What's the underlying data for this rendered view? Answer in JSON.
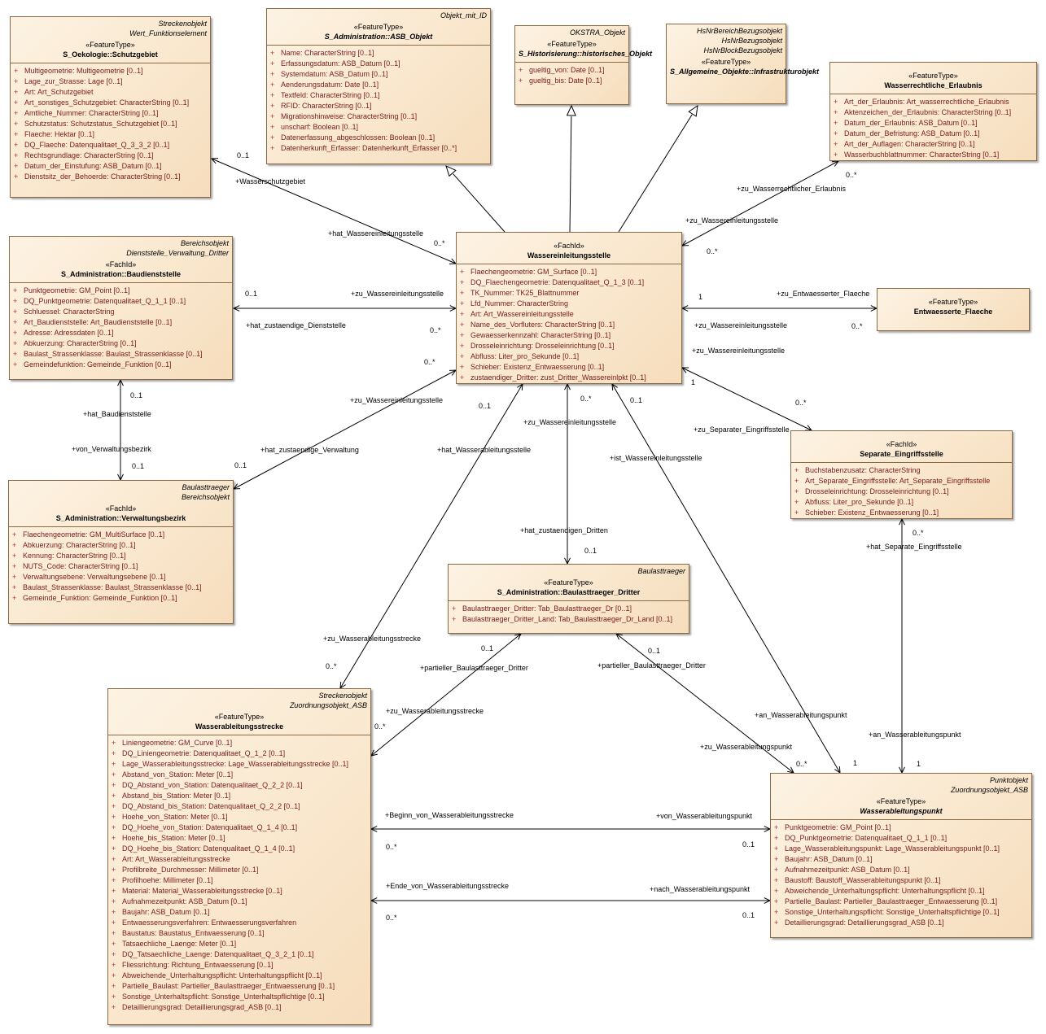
{
  "classes": [
    {
      "id": "schutzgebiet",
      "tags": [
        "Streckenobjekt",
        "Wert_Funktionselement"
      ],
      "stereotype": "«FeatureType»",
      "name": "S_Oekologie::Schutzgebiet",
      "abstract": false,
      "attrs": [
        "Multigeometrie: Multigeometrie [0..1]",
        "Lage_zur_Strasse: Lage [0..1]",
        "Art: Art_Schutzgebiet",
        "Art_sonstiges_Schutzgebiet: CharacterString [0..1]",
        "Amtliche_Nummer: CharacterString [0..1]",
        "Schutzstatus: Schutzstatus_Schutzgebiet [0..1]",
        "Flaeche: Hektar [0..1]",
        "DQ_Flaeche: Datenqualitaet_Q_3_3_2 [0..1]",
        "Rechtsgrundlage: CharacterString [0..1]",
        "Datum_der_Einstufung: ASB_Datum [0..1]",
        "Dienstsitz_der_Behoerde: CharacterString [0..1]"
      ]
    },
    {
      "id": "asbobjekt",
      "tags": [
        "Objekt_mit_ID"
      ],
      "stereotype": "«FeatureType»",
      "name": "S_Administration::ASB_Objekt",
      "abstract": true,
      "attrs": [
        "Name: CharacterString [0..1]",
        "Erfassungsdatum: ASB_Datum [0..1]",
        "Systemdatum: ASB_Datum [0..1]",
        "Aenderungsdatum: Date [0..1]",
        "Textfeld: CharacterString [0..1]",
        "RFID: CharacterString [0..1]",
        "Migrationshinweise: CharacterString [0..1]",
        "unscharf: Boolean [0..1]",
        "Datenerfassung_abgeschlossen: Boolean [0..1]",
        "Datenherkunft_Erfasser: Datenherkunft_Erfasser [0..*]"
      ]
    },
    {
      "id": "historisches",
      "tags": [
        "OKSTRA_Objekt"
      ],
      "stereotype": "«FeatureType»",
      "name": "S_Historisierung::historisches_Objekt",
      "abstract": true,
      "attrs": [
        "gueltig_von: Date [0..1]",
        "gueltig_bis: Date [0..1]"
      ]
    },
    {
      "id": "infrastruktur",
      "tags": [
        "HsNrBereichBezugsobjekt",
        "HsNrBezugsobjekt",
        "HsNrBlockBezugsobjekt"
      ],
      "stereotype": "«FeatureType»",
      "name": "S_Allgemeine_Objekte::Infrastrukturobjekt",
      "abstract": true,
      "attrs": []
    },
    {
      "id": "erlaubnis",
      "tags": [],
      "stereotype": "«FeatureType»",
      "name": "Wasserrechtliche_Erlaubnis",
      "abstract": false,
      "attrs": [
        "Art_der_Erlaubnis: Art_wasserrechtliche_Erlaubnis",
        "Aktenzeichen_der_Erlaubnis: CharacterString [0..1]",
        "Datum_der_Erlaubnis: ASB_Datum [0..1]",
        "Datum_der_Befristung: ASB_Datum [0..1]",
        "Art_der_Auflagen: CharacterString [0..1]",
        "Wasserbuchblattnummer: CharacterString [0..1]"
      ]
    },
    {
      "id": "baudienststelle",
      "tags": [
        "Bereichsobjekt",
        "Dienststelle_Verwaltung_Dritter"
      ],
      "stereotype": "«FachId»",
      "name": "S_Administration::Baudienststelle",
      "abstract": false,
      "attrs": [
        "Punktgeometrie: GM_Point [0..1]",
        "DQ_Punktgeometrie: Datenqualitaet_Q_1_1 [0..1]",
        "Schluessel: CharacterString",
        "Art_Baudienststelle: Art_Baudienststelle [0..1]",
        "Adresse: Adressdaten [0..1]",
        "Abkuerzung: CharacterString [0..1]",
        "Baulast_Strassenklasse: Baulast_Strassenklasse [0..1]",
        "Gemeindefunktion: Gemeinde_Funktion [0..1]"
      ]
    },
    {
      "id": "einleitungsstelle",
      "tags": [],
      "stereotype": "«FachId»",
      "name": "Wassereinleitungsstelle",
      "abstract": false,
      "attrs": [
        "Flaechengeometrie: GM_Surface [0..1]",
        "DQ_Flaechengeometrie: Datenqualitaet_Q_1_3 [0..1]",
        "TK_Nummer: TK25_Blattnummer",
        "Lfd_Nummer: CharacterString",
        "Art: Art_Wassereinleitungsstelle",
        "Name_des_Vorfluters: CharacterString [0..1]",
        "Gewaesserkennzahl: CharacterString [0..1]",
        "Drosseleinrichtung: Drosseleinrichtung [0..1]",
        "Abfluss: Liter_pro_Sekunde [0..1]",
        "Schieber: Existenz_Entwaesserung [0..1]",
        "zustaendiger_Dritter: zust_Dritter_Wassereinlpkt [0..1]"
      ]
    },
    {
      "id": "entwflaeche",
      "tags": [],
      "stereotype": "«FeatureType»",
      "name": "Entwaesserte_Flaeche",
      "abstract": false,
      "attrs": []
    },
    {
      "id": "verwaltungsbezirk",
      "tags": [
        "Baulasttraeger",
        "Bereichsobjekt"
      ],
      "stereotype": "«FachId»",
      "name": "S_Administration::Verwaltungsbezirk",
      "abstract": false,
      "attrs": [
        "Flaechengeometrie: GM_MultiSurface [0..1]",
        "Abkuerzung: CharacterString [0..1]",
        "Kennung: CharacterString [0..1]",
        "NUTS_Code: CharacterString [0..1]",
        "Verwaltungsebene: Verwaltungsebene [0..1]",
        "Baulast_Strassenklasse: Baulast_Strassenklasse [0..1]",
        "Gemeinde_Funktion: Gemeinde_Funktion [0..1]"
      ]
    },
    {
      "id": "eingriffsstelle",
      "tags": [],
      "stereotype": "«FachId»",
      "name": "Separate_Eingriffsstelle",
      "abstract": false,
      "attrs": [
        "Buchstabenzusatz: CharacterString",
        "Art_Separate_Eingriffsstelle: Art_Separate_Eingriffsstelle",
        "Drosseleinrichtung: Drosseleinrichtung [0..1]",
        "Abfluss: Liter_pro_Sekunde [0..1]",
        "Schieber: Existenz_Entwaesserung [0..1]"
      ]
    },
    {
      "id": "baulasttraeger",
      "tags": [
        "Baulasttraeger"
      ],
      "stereotype": "«FeatureType»",
      "name": "S_Administration::Baulasttraeger_Dritter",
      "abstract": false,
      "attrs": [
        "Baulasttraeger_Dritter: Tab_Baulasttraeger_Dr [0..1]",
        "Baulasttraeger_Dritter_Land: Tab_Baulasttraeger_Dr_Land [0..1]"
      ]
    },
    {
      "id": "strecke",
      "tags": [
        "Streckenobjekt",
        "Zuordnungsobjekt_ASB"
      ],
      "stereotype": "«FeatureType»",
      "name": "Wasserableitungsstrecke",
      "abstract": false,
      "attrs": [
        "Liniengeometrie: GM_Curve [0..1]",
        "DQ_Liniengeometrie: Datenqualitaet_Q_1_2 [0..1]",
        "Lage_Wasserableitungsstrecke: Lage_Wasserableitungsstrecke [0..1]",
        "Abstand_von_Station: Meter [0..1]",
        "DQ_Abstand_von_Station: Datenqualitaet_Q_2_2 [0..1]",
        "Abstand_bis_Station: Meter [0..1]",
        "DQ_Abstand_bis_Station: Datenqualitaet_Q_2_2 [0..1]",
        "Hoehe_von_Station: Meter [0..1]",
        "DQ_Hoehe_von_Station: Datenqualitaet_Q_1_4 [0..1]",
        "Hoehe_bis_Station: Meter [0..1]",
        "DQ_Hoehe_bis_Station: Datenqualitaet_Q_1_4 [0..1]",
        "Art: Art_Wasserableitungsstrecke",
        "Profilbreite_Durchmesser: Millimeter [0..1]",
        "Profilhoehe: Millimeter [0..1]",
        "Material: Material_Wasserableitungsstrecke [0..1]",
        "Aufnahmezeitpunkt: ASB_Datum [0..1]",
        "Baujahr: ASB_Datum [0..1]",
        "Entwaesserungsverfahren: Entwaesserungsverfahren",
        "Baustatus: Baustatus_Entwaesserung [0..1]",
        "Tatsaechliche_Laenge: Meter [0..1]",
        "DQ_Tatsaechliche_Laenge: Datenqualitaet_Q_3_2_1 [0..1]",
        "Fliessrichtung: Richtung_Entwaesserung [0..1]",
        "Abweichende_Unterhaltungspflicht: Unterhaltungspflicht [0..1]",
        "Partielle_Baulast: Partieller_Baulasttraeger_Entwaesserung [0..1]",
        "Sonstige_Unterhaltspflicht: Sonstige_Unterhaltspflichtige [0..1]",
        "Detaillierungsgrad: Detaillierungsgrad_ASB [0..1]"
      ]
    },
    {
      "id": "punkt",
      "tags": [
        "Punktobjekt",
        "Zuordnungsobjekt_ASB"
      ],
      "stereotype": "«FeatureType»",
      "name": "Wasserableitungspunkt",
      "abstract": true,
      "attrs": [
        "Punktgeometrie: GM_Point [0..1]",
        "DQ_Punktgeometrie: Datenqualitaet_Q_1_1 [0..1]",
        "Lage_Wasserableitungspunkt: Lage_Wasserableitungspunkt [0..1]",
        "Baujahr: ASB_Datum [0..1]",
        "Aufnahmezeitpunkt: ASB_Datum [0..1]",
        "Baustoff: Baustoff_Wasserableitungspunkt [0..1]",
        "Abweichende_Unterhaltungspflicht: Unterhaltungspflicht [0..1]",
        "Partielle_Baulast: Partieller_Baulasttraeger_Entwaesserung [0..1]",
        "Sonstige_Unterhaltungspflicht: Sonstige_Unterhaltspflichtige [0..1]",
        "Detaillierungsgrad: Detaillierungsgrad_ASB [0..1]"
      ]
    }
  ],
  "labels": [
    "0..1",
    "+Wasserschutzgebiet",
    "+hat_Wassereinleitungsstelle",
    "0..*",
    "+zu_Wasserrechtlicher_Erlaubnis",
    "0..*",
    "+zu_Wassereinleitungsstelle",
    "0..*",
    "0..1",
    "+zu_Wassereinleitungsstelle",
    "+hat_zustaendige_Dienststelle",
    "0..*",
    "1",
    "+zu_Entwaesserter_Flaeche",
    "+zu_Wassereinleitungsstelle",
    "0..*",
    "+zu_Wassereinleitungsstelle",
    "1",
    "0..*",
    "+zu_Separater_Eingriffsstelle",
    "0..*",
    "+zu_Wassereinleitungsstelle",
    "+hat_zustaendige_Verwaltung",
    "0..1",
    "0..1",
    "+hat_Baudienststelle",
    "+von_Verwaltungsbezirk",
    "0..1",
    "0..1",
    "+hat_Wasserableitungsstelle",
    "0..*",
    "+zu_Wassereinleitungsstelle",
    "+hat_zustaendigen_Dritten",
    "0..1",
    "0..1",
    "+ist_Wassereinleitungsstelle",
    "0..*",
    "+hat_Separate_Eingriffsstelle",
    "+zu_Wasserableitungsstrecke",
    "0..*",
    "0..1",
    "+partieller_Baulasttraeger_Dritter",
    "+zu_Wasserableitungsstrecke",
    "0..*",
    "0..1",
    "+partieller_Baulasttraeger_Dritter",
    "+zu_Wasserableitungspunkt",
    "0..*",
    "+an_Wasserableitungspunkt",
    "1",
    "+an_Wasserableitungspunkt",
    "1",
    "+Beginn_von_Wasserableitungsstrecke",
    "+von_Wasserableitungspunkt",
    "0..*",
    "0..1",
    "+Ende_von_Wasserableitungsstrecke",
    "+nach_Wasserableitungspunkt",
    "0..*",
    "0..1"
  ]
}
